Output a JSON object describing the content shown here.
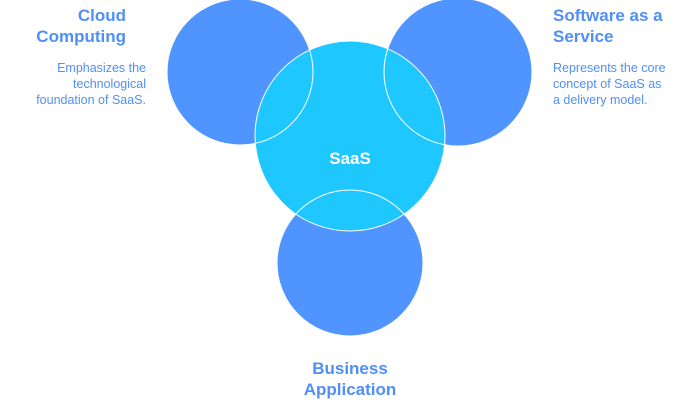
{
  "center": {
    "label": "SaaS"
  },
  "left": {
    "title": "Cloud Computing",
    "title_lines": [
      "Cloud",
      "Computing"
    ],
    "description_lines": [
      "Emphasizes the",
      "technological",
      "foundation of SaaS."
    ]
  },
  "right": {
    "title_lines": [
      "Software as a",
      "Service"
    ],
    "description_lines": [
      "Represents the core",
      "concept of SaaS as",
      "a delivery model."
    ]
  },
  "bottom": {
    "title_lines": [
      "Business",
      "Application"
    ]
  },
  "colors": {
    "outer": "#5094ff",
    "center": "#1ec8ff",
    "text": "#4f8ff7"
  }
}
